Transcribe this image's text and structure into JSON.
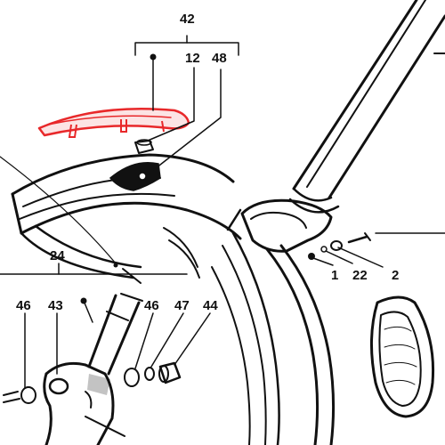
{
  "labels": {
    "l42": "42",
    "l12": "12",
    "l48": "48",
    "l24": "24",
    "l1": "1",
    "l22": "22",
    "l2": "2",
    "l46a": "46",
    "l43": "43",
    "l46b": "46",
    "l47": "47",
    "l44": "44"
  },
  "colors": {
    "highlight": "#e8282a",
    "ink": "#111111"
  }
}
